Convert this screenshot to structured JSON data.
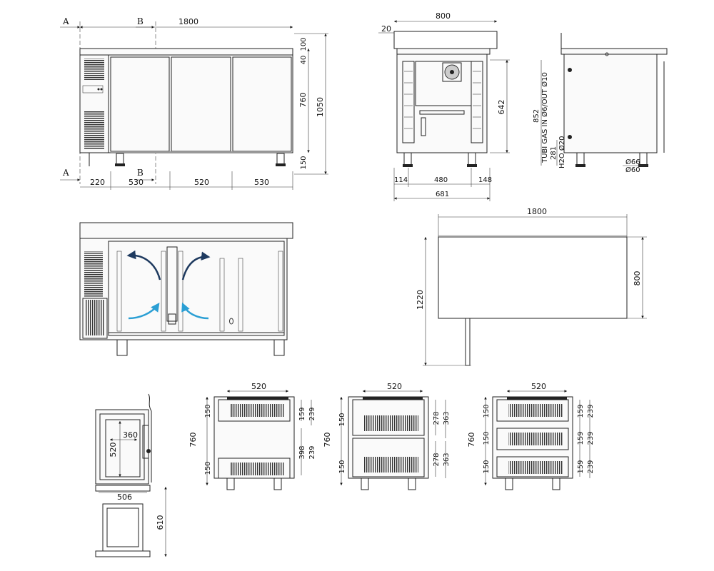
{
  "front_view": {
    "section_a_top": "A",
    "section_b_top": "B",
    "section_a_bottom": "A",
    "section_b_bottom": "B",
    "overall_width": "1800",
    "top_40": "40",
    "top_100": "100",
    "height_760": "760",
    "height_1050": "1050",
    "leg_150": "150",
    "seg_220": "220",
    "seg_530_left": "530",
    "seg_520": "520",
    "seg_530_right": "530"
  },
  "side_section": {
    "width_800": "800",
    "offset_20": "20",
    "height_642": "642",
    "bottom_114": "114",
    "bottom_480": "480",
    "bottom_148": "148",
    "bottom_681": "681"
  },
  "side_view": {
    "gas_label": "TUBI GAS IN Ø6/OUT Ø10",
    "h2o_label": "H2O Ø20",
    "dim_852": "852",
    "dim_281": "281",
    "pipe_66": "Ø66",
    "pipe_60": "Ø60"
  },
  "plan_view": {
    "width_1800": "1800",
    "depth_800": "800",
    "depth_1220": "1220"
  },
  "drawer_detail": {
    "dim_360": "360",
    "dim_520": "520",
    "dim_506": "506",
    "dim_610": "610"
  },
  "drawer_config_1": {
    "width": "520",
    "height": "760",
    "left_top_150": "150",
    "left_bottom_150": "150",
    "d159": "159",
    "d239": "239",
    "d398": "398",
    "d239b": "239"
  },
  "drawer_config_2": {
    "width": "520",
    "height": "760",
    "left_top_150": "150",
    "left_bottom_150": "150",
    "d278a": "278",
    "d363a": "363",
    "d278b": "278",
    "d363b": "363"
  },
  "drawer_config_3": {
    "width": "520",
    "height": "760",
    "l150a": "150",
    "l150b": "150",
    "l150c": "150",
    "d159a": "159",
    "d239a": "239",
    "d159b": "159",
    "d239b": "239",
    "d159c": "159",
    "d239c": "239"
  },
  "colors": {
    "line": "#222222",
    "arrow_dark": "#1e3a5f",
    "arrow_light": "#2b9fd4"
  }
}
